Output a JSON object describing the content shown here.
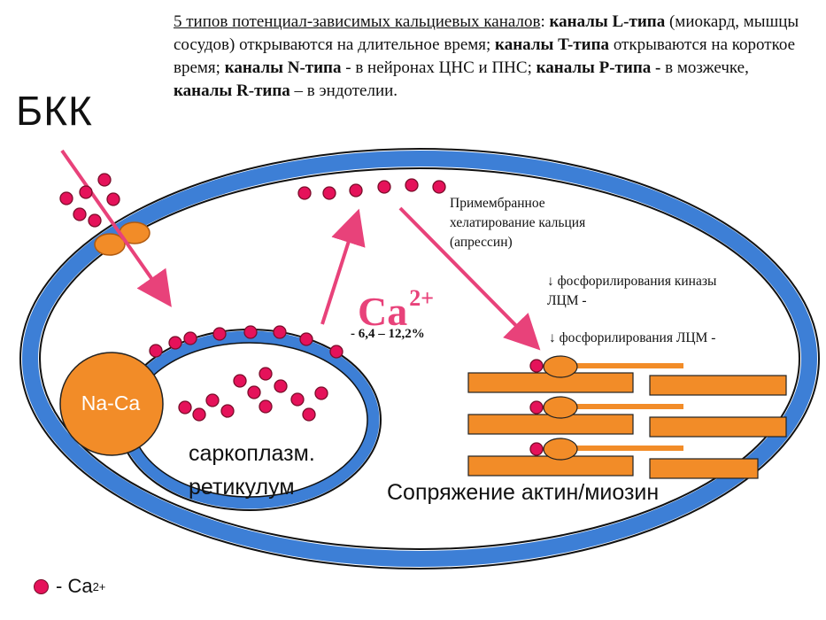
{
  "header": {
    "lead": "5 типов потенциал-зависимых кальциевых каналов",
    "colon": ": ",
    "l_bold": "каналы L-типа",
    "l_text": " (миокард, мышцы сосудов) открываются на длительное время; ",
    "t_bold": "каналы T-типа",
    "t_text": " открываются на короткое время; ",
    "n_bold": "каналы N-типа",
    "n_text": " - в нейронах ЦНС и ПНС; ",
    "p_bold": "каналы P-типа -",
    "p_text": " в мозжечке, ",
    "r_bold": "каналы R-типа",
    "r_text": " – в эндотелии."
  },
  "labels": {
    "bkk": "БКК",
    "ca_base": "Ca",
    "ca_sup": "2+",
    "percent": "- 6,4 – 12,2%",
    "chelation": "Примембранное хелатирование кальция (апрессин)",
    "kinase": "↓ фосфорилирования киназы ЛЦМ -",
    "lcm": "↓ фосфорилирования ЛЦМ -",
    "naca": "Na-Ca",
    "sr": "саркоплазм. ретикулум",
    "actomyosin": "Сопряжение актин/миозин"
  },
  "legend": {
    "text": "- Ca",
    "sup": "2+"
  },
  "colors": {
    "membrane_blue": "#3d7fd6",
    "outline": "#111111",
    "orange": "#f28c28",
    "ca_dot": "#e5125a",
    "arrow_pink": "#e8427a"
  }
}
